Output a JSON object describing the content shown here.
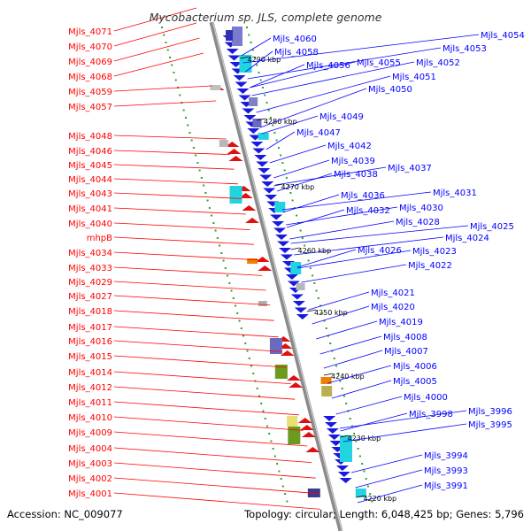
{
  "title": "Mycobacterium sp. JLS, complete genome",
  "footer": {
    "accession": "Accession: NC_009077",
    "summary": "Topology: circular; Length: 6,048,425 bp; Genes: 5,796"
  },
  "colors": {
    "left_label": "#ff0000",
    "right_label": "#0000ff",
    "backbone": "#8a8a8a",
    "tick": "#228b22"
  },
  "ticks": [
    "4290 kbp",
    "4280 kbp",
    "4270 kbp",
    "4260 kbp",
    "4250 kbp",
    "4240 kbp",
    "4230 kbp",
    "4220 kbp"
  ],
  "left_labels": [
    "Mjls_4071",
    "Mjls_4070",
    "Mjls_4069",
    "Mjls_4068",
    "Mjls_4059",
    "Mjls_4057",
    "Mjls_4048",
    "Mjls_4046",
    "Mjls_4045",
    "Mjls_4044",
    "Mjls_4043",
    "Mjls_4041",
    "Mjls_4040",
    "mhpB",
    "Mjls_4034",
    "Mjls_4033",
    "Mjls_4029",
    "Mjls_4027",
    "Mjls_4018",
    "Mjls_4017",
    "Mjls_4016",
    "Mjls_4015",
    "Mjls_4014",
    "Mjls_4012",
    "Mjls_4011",
    "Mjls_4010",
    "Mjls_4009",
    "Mjls_4004",
    "Mjls_4003",
    "Mjls_4002",
    "Mjls_4001"
  ],
  "right_labels": [
    "Mjls_4060",
    "Mjls_4058",
    "Mjls_4056",
    "Mjls_4055",
    "Mjls_4054",
    "Mjls_4053",
    "Mjls_4052",
    "Mjls_4051",
    "Mjls_4050",
    "Mjls_4049",
    "Mjls_4047",
    "Mjls_4042",
    "Mjls_4039",
    "Mjls_4038",
    "Mjls_4037",
    "Mjls_4036",
    "Mjls_4032",
    "Mjls_4031",
    "Mjls_4030",
    "Mjls_4028",
    "Mjls_4026",
    "Mjls_4025",
    "Mjls_4024",
    "Mjls_4023",
    "Mjls_4022",
    "Mjls_4021",
    "Mjls_4020",
    "Mjls_4019",
    "Mjls_4008",
    "Mjls_4007",
    "Mjls_4006",
    "Mjls_4005",
    "Mjls_4000",
    "Mjls_3998",
    "Mjls_3996",
    "Mjls_3995",
    "Mjls_3994",
    "Mjls_3993",
    "Mjls_3991"
  ]
}
